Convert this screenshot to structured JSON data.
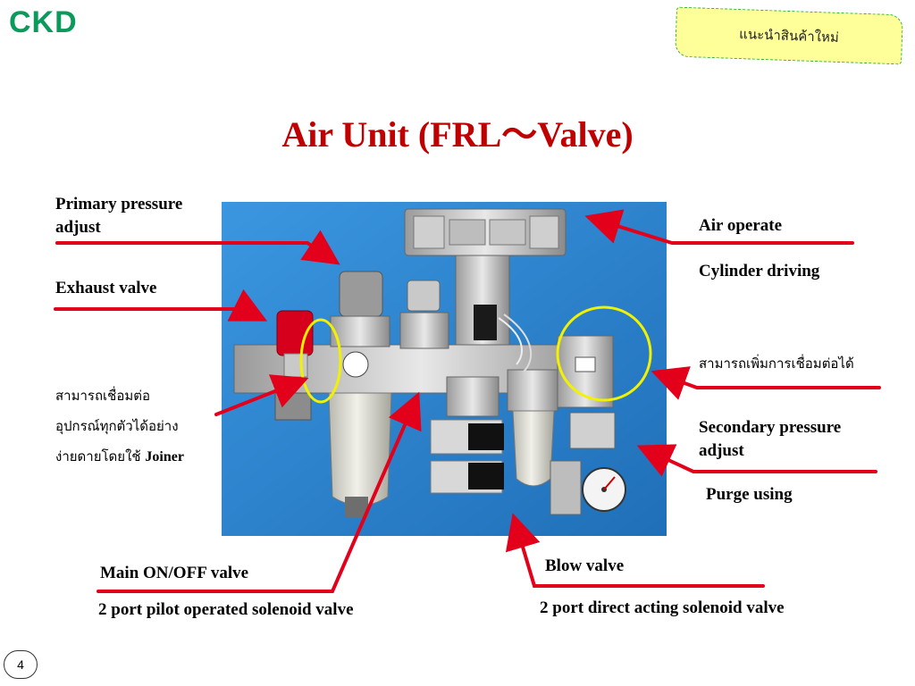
{
  "header": {
    "logo_text": "CKD",
    "logo_color": "#0a9a5b",
    "badge_text": "แนะนำสินค้าใหม่"
  },
  "title": "Air Unit (FRL～Valve)",
  "labels": {
    "primary_pressure_line1": "Primary pressure",
    "primary_pressure_line2": "adjust",
    "exhaust_valve": "Exhaust valve",
    "thai_left_line1": "สามารถเชื่อมต่อ",
    "thai_left_line2": "อุปกรณ์ทุกตัวได้อย่าง",
    "thai_left_line3": "ง่ายดายโดยใช้",
    "thai_left_joiner": "Joiner",
    "air_operate": "Air operate",
    "cylinder_driving": "Cylinder driving",
    "thai_right": "สามารถเพิ่มการเชื่อมต่อได้",
    "secondary_pressure_line1": "Secondary pressure",
    "secondary_pressure_line2": "adjust",
    "purge_using": "Purge using",
    "main_onoff_valve": "Main ON/OFF valve",
    "pilot_solenoid": "2 port pilot operated solenoid valve",
    "blow_valve": "Blow valve",
    "direct_solenoid": "2 port direct acting solenoid valve"
  },
  "footer": {
    "page_number": "4"
  },
  "colors": {
    "title": "#c00000",
    "arrow": "#e3001b",
    "highlight_circle": "#f2f200",
    "photo_background": "#2f86d2"
  }
}
